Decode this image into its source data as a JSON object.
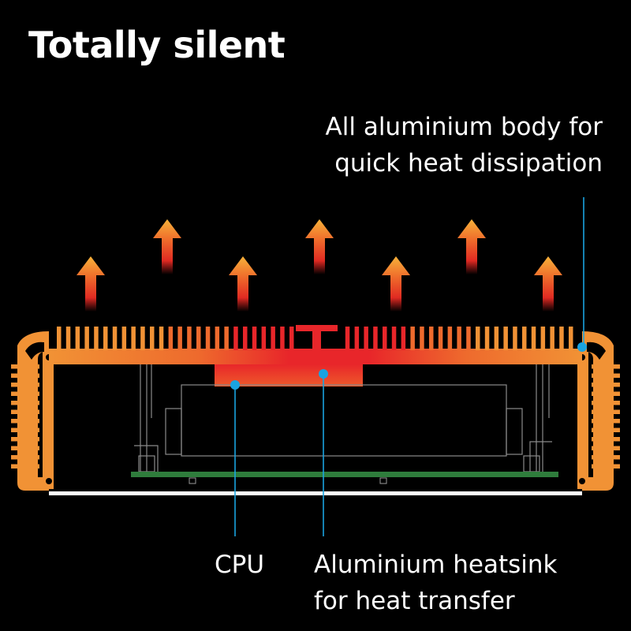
{
  "title": "Totally silent",
  "labels": {
    "body": [
      "All aluminium body for",
      "quick heat dissipation"
    ],
    "cpu": "CPU",
    "heatsink": [
      "Aluminium heatsink",
      "for heat transfer"
    ]
  },
  "colors": {
    "background": "#000000",
    "aluminium": "#f19235",
    "heat_hot": "#e8262a",
    "arrow_top": "#f6b23a",
    "callout": "#1aa3e0",
    "board": "#2f7d3c",
    "line_art": "#8a8a8a"
  }
}
